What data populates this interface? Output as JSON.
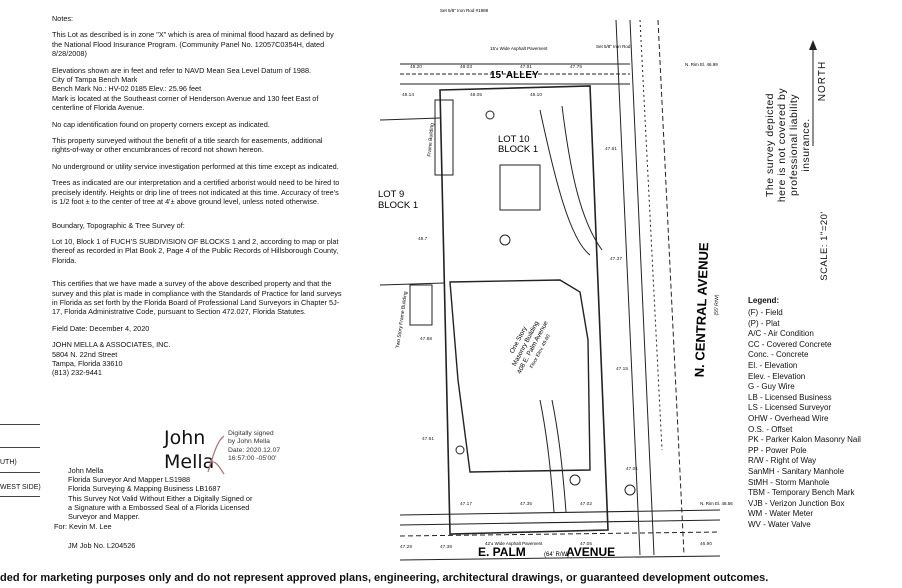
{
  "notes": {
    "heading": "Notes:",
    "flood": "This Lot as described is in zone \"X\" which is area of minimal flood hazard as defined by the National Flood Insurance Program. (Community Panel No. 12057C0354H, dated 8/28/2008)",
    "elevations": "Elevations shown are in feet and refer to NAVD Mean Sea Level Datum of 1988.\nCity of Tampa Bench Mark\nBench Mark No.:   HV-02 0185          Elev.:  25.96 feet\nMark is located at the Southeast corner of Henderson Avenue and 130 feet East of centerline of Florida Avenue.",
    "cap": "No cap identification found on property corners except as indicated.",
    "title_search": "This property surveyed without the benefit of a title search for easements, additional rights-of-way or other encumbrances of record not shown hereon.",
    "utility": "No underground or utility service investigation performed at this time except as indicated.",
    "trees": "Trees as indicated are our interpretation and a certified arborist would need to be hired to precisely identify.  Heights or drip line of trees not indicated at this time.  Accuracy of tree's is 1/2 foot ± to the center of tree at 4'± above ground level, unless noted otherwise.",
    "survey_type": "Boundary, Topographic & Tree Survey of:",
    "description": "Lot 10, Block 1 of FUCH'S SUBDIVISION OF BLOCKS 1 and 2, according to map or plat thereof as recorded in Plat Book 2, Page 4 of the Public Records of Hillsborough County, Florida.",
    "certifies": "This certifies that we have made a survey of the above described property and that the survey and this plat is made in compliance with the Standards of Practice for land surveys in Florida as set forth by the Florida Board of Professional Land Surveyors in Chapter 5J-17, Florida Administrative Code, pursuant to Section 472.027, Florida Statutes.",
    "field_date": "Field Date: December 4, 2020",
    "company": "JOHN MELLA & ASSOCIATES, INC.\n5804 N. 22nd Street\nTampa, Florida  33610\n(813) 232-9441"
  },
  "signature": {
    "first": "John",
    "last": "Mella",
    "digital": "Digitally signed\nby John Mella\nDate: 2020.12.07\n16:57:00 -05'00'"
  },
  "surveyor": {
    "block": "John Mella\nFlorida Surveyor And Mapper   LS1988\nFlorida Surveying & Mapping Business LB1687\nThis Survey Not Valid Without Either a Digitally Signed or\na Signature with a Embossed Seal of a Florida Licensed\nSurveyor and Mapper.",
    "for": "For: Kevin M. Lee",
    "job": "JM Job No. L204526"
  },
  "left_cut": {
    "line1": "UTH)",
    "line2": "WEST SIDE)"
  },
  "map": {
    "alley": "15' ALLEY",
    "lot10": "LOT 10",
    "block1": "BLOCK 1",
    "lot9": "LOT 9",
    "lot9_block": "BLOCK 1",
    "house": "One Story\nMasonry Building\n408 E. Palm Avenue\nFloor Elev. 49.60",
    "street_right": "N. CENTRAL AVENUE",
    "street_right_width": "(55' R/W)",
    "street_bottom": "E. PALM",
    "street_bottom2": "AVENUE",
    "street_bottom_width": "(64' R/W)",
    "frame_left": "Two Story Frame Building",
    "frame_small": "Frame Building",
    "pavement_top": "15'± Wide Asphalt Pavement",
    "pavement_bottom": "42'± Wide Asphalt Pavement",
    "set_iron": "Set 5/8\" Iron Rod #1988",
    "found_iron": "Set 5/8\" Iron Rod",
    "rim": "N. Rim El. 46.99",
    "rim2": "N. Rim El. 48.56"
  },
  "disclaimer": "The survey depicted here is not covered by professional liability insurance.",
  "north": "NORTH",
  "scale": "SCALE: 1\"=20'",
  "legend": {
    "title": "Legend:",
    "items": [
      "(F)  -  Field",
      "(P)  -  Plat",
      "A/C  -  Air Condition",
      "CC   -  Covered Concrete",
      "Conc. -  Concrete",
      "El.  -  Elevation",
      "Elev. -  Elevation",
      "G    -  Guy Wire",
      "LB   -  Licensed Business",
      "LS   -  Licensed Surveyor",
      "OHW  -  Overhead Wire",
      "O.S. -  Offset",
      "PK   -  Parker Kalon Masonry Nail",
      "PP   -  Power Pole",
      "R/W  -  Right of Way",
      "SanMH -  Sanitary Manhole",
      "StMH -  Storm Manhole",
      "TBM  -  Temporary Bench Mark",
      "VJB  -  Verizon Junction Box",
      "WM   -  Water Meter",
      "WV   -  Water Valve"
    ]
  },
  "footer": "ded for marketing purposes only and do not represent approved plans, engineering, architectural drawings, or guaranteed development outcomes."
}
